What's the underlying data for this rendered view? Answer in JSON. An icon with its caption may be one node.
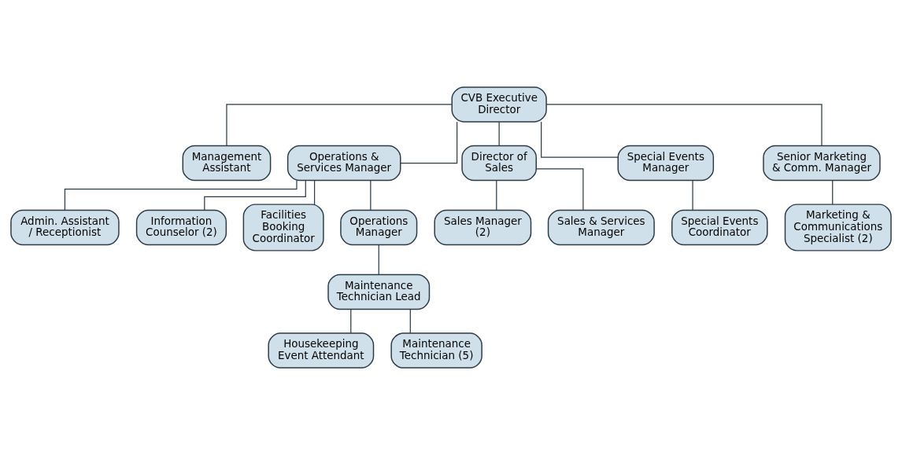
{
  "diagram": {
    "nodes": [
      {
        "text": [
          "CVB Executive Director"
        ]
      },
      {
        "text": [
          "Management Assistant"
        ]
      },
      {
        "text": [
          "Operations & Services Manager"
        ]
      },
      {
        "text": [
          "Director of Sales"
        ]
      },
      {
        "text": [
          "Special Events Manager"
        ]
      },
      {
        "text": [
          "Senior Marketing & Comm. Manager"
        ]
      },
      {
        "text": [
          "Admin. Assistant / Receptionist"
        ]
      },
      {
        "text": [
          "Information Counselor (2)"
        ]
      },
      {
        "text": [
          "Facilities Booking Coordinator"
        ]
      },
      {
        "text": [
          "Operations Manager"
        ]
      },
      {
        "text": [
          "Sales Manager (2)"
        ]
      },
      {
        "text": [
          "Sales & Services Manager"
        ]
      },
      {
        "text": [
          "Special Events Coordinator"
        ]
      },
      {
        "text": [
          "Marketing & Communications Specialist (2)"
        ]
      },
      {
        "text": [
          "Maintenance Technician Lead"
        ]
      },
      {
        "text": [
          "Housekeeping Event Attendant"
        ]
      },
      {
        "text": [
          "Maintenance Technician (5)"
        ]
      }
    ],
    "edges": [
      {
        "from": 0,
        "to": 1,
        "arrow": "none"
      },
      {
        "from": 0,
        "to": 2,
        "arrow": "none"
      },
      {
        "from": 0,
        "to": 3,
        "arrow": "none"
      },
      {
        "from": 0,
        "to": 4,
        "arrow": "none"
      },
      {
        "from": 0,
        "to": 5,
        "arrow": "none"
      },
      {
        "from": 2,
        "to": 6,
        "arrow": "none"
      },
      {
        "from": 2,
        "to": 7,
        "arrow": "none"
      },
      {
        "from": 2,
        "to": 8,
        "arrow": "none"
      },
      {
        "from": 2,
        "to": 9,
        "arrow": "none"
      },
      {
        "from": 3,
        "to": 10,
        "arrow": "none"
      },
      {
        "from": 3,
        "to": 11,
        "arrow": "none"
      },
      {
        "from": 4,
        "to": 12,
        "arrow": "none"
      },
      {
        "from": 5,
        "to": 13,
        "arrow": "none"
      },
      {
        "from": 9,
        "to": 14,
        "arrow": "none"
      },
      {
        "from": 14,
        "to": 15,
        "arrow": "none"
      },
      {
        "from": 14,
        "to": 16,
        "arrow": "none"
      }
    ]
  }
}
